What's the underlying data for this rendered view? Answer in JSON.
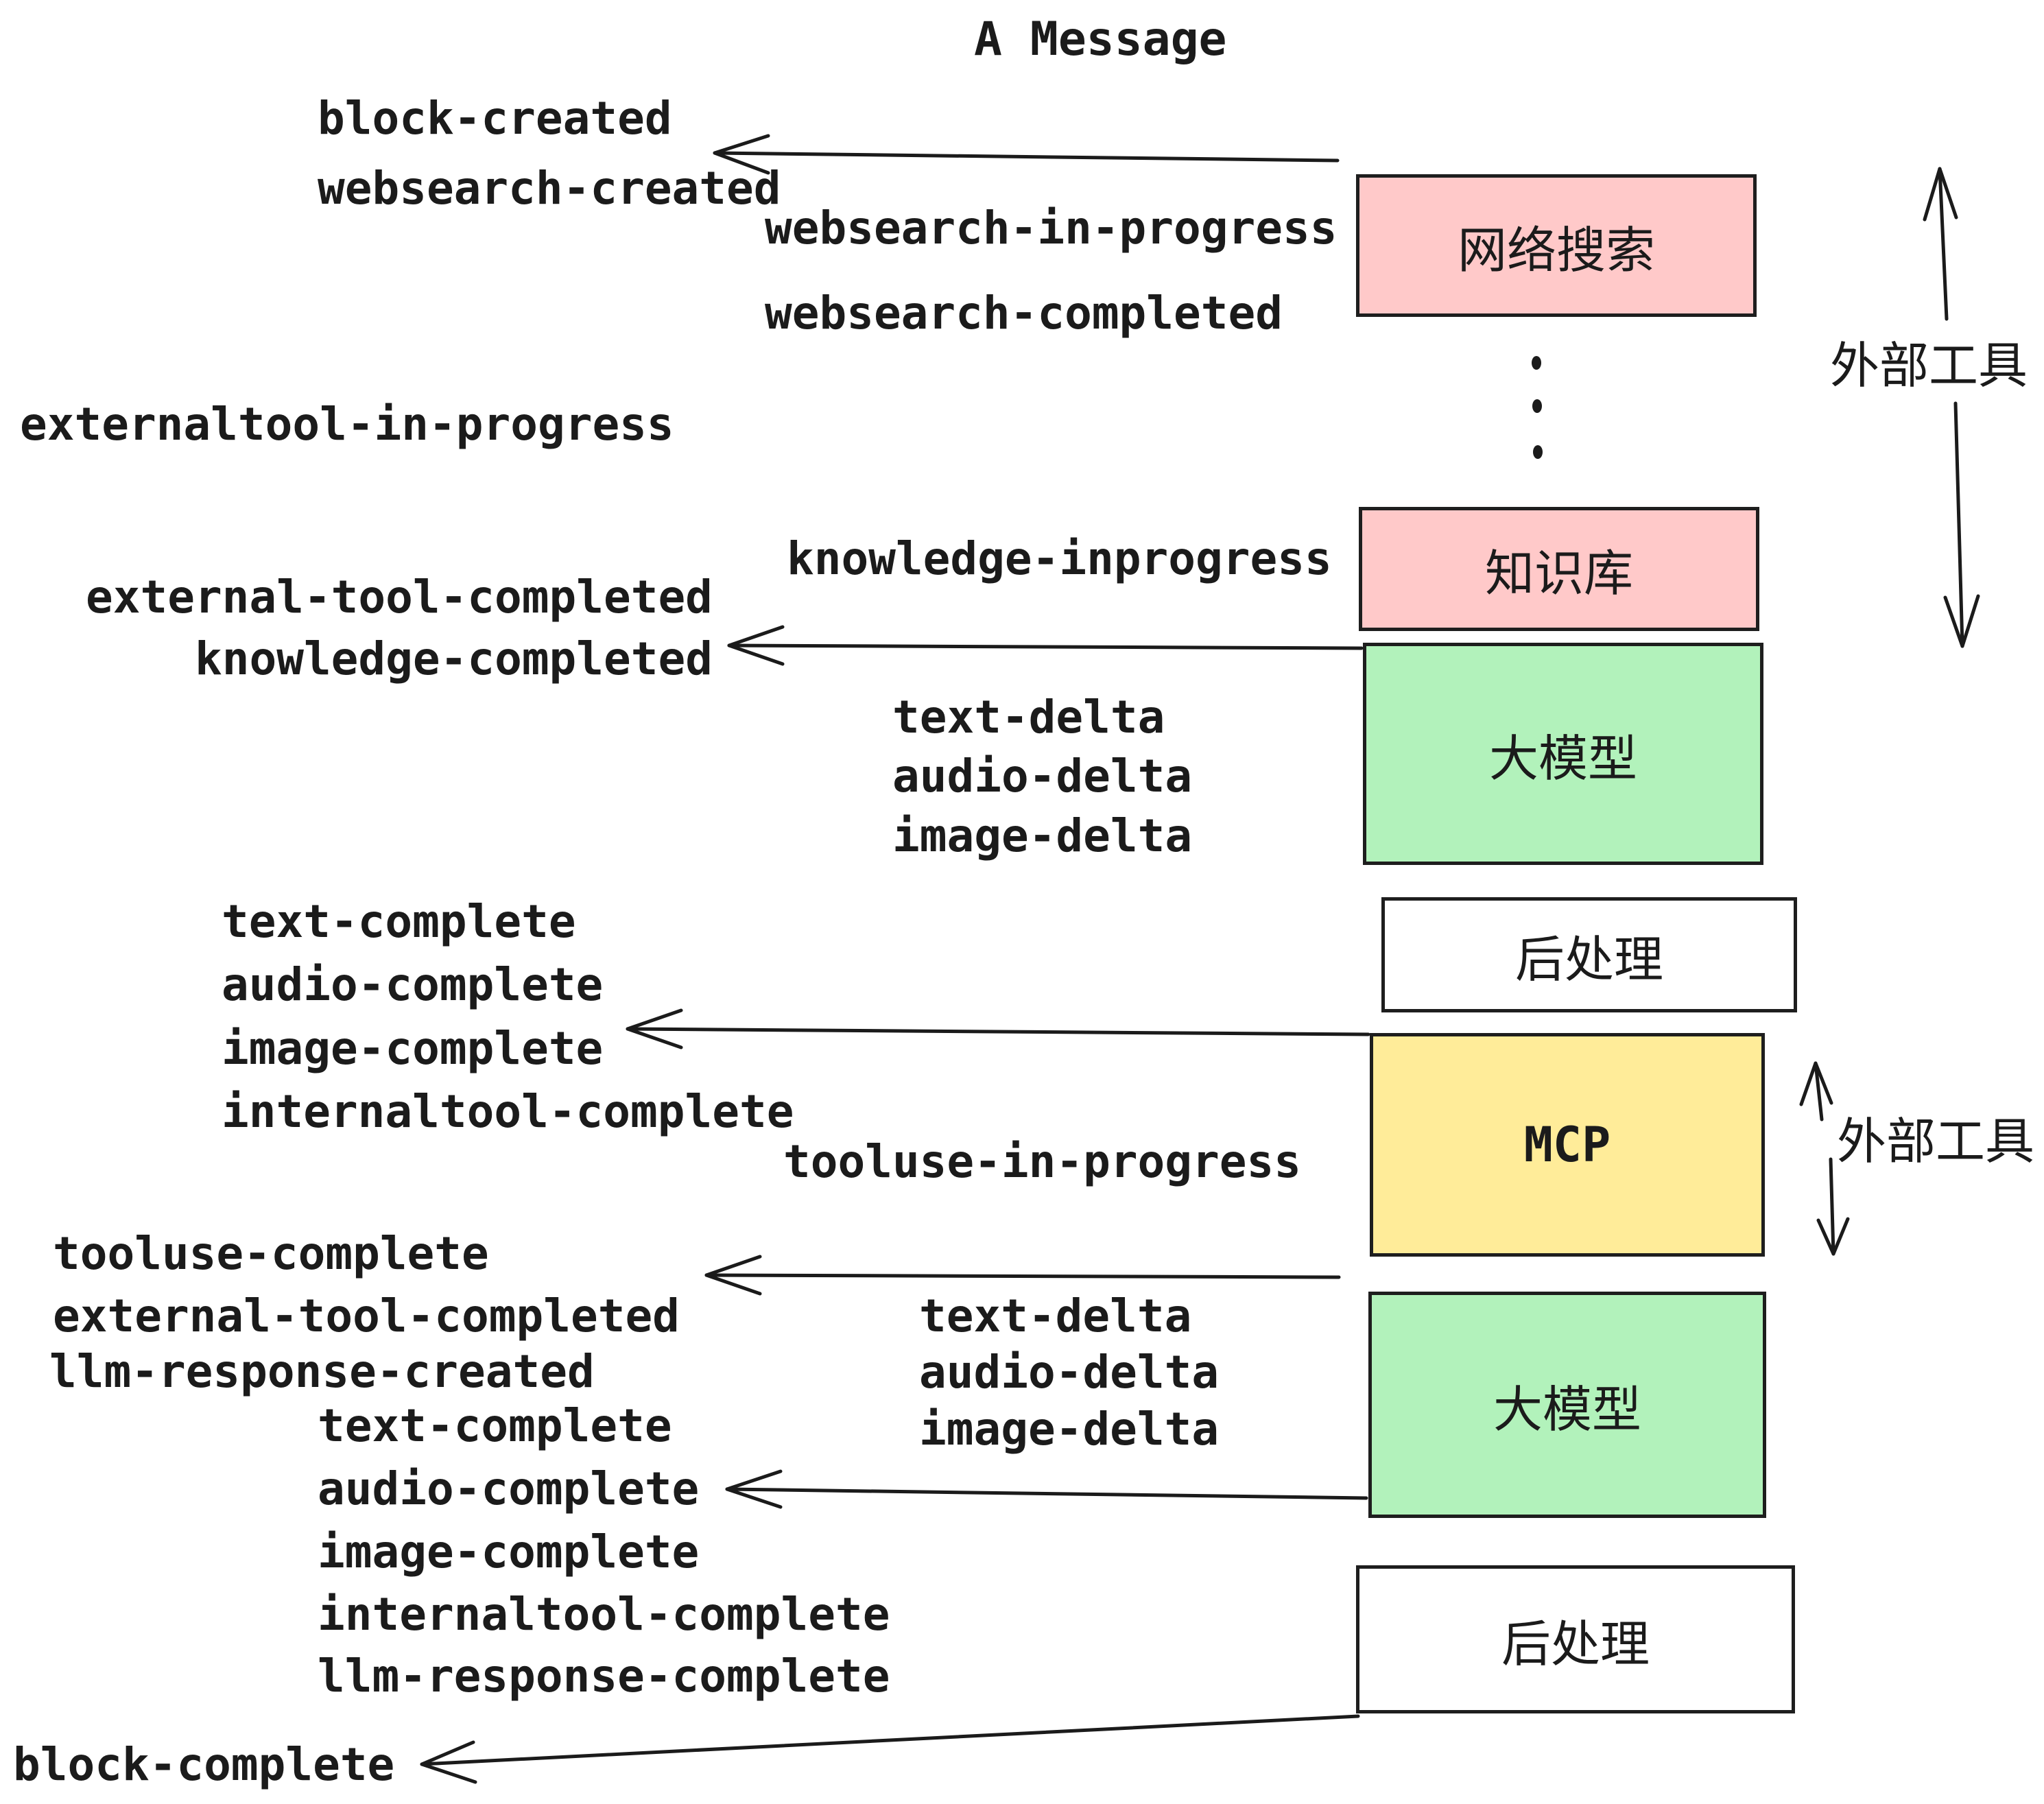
{
  "title": "A Message",
  "events": {
    "block_created": "block-created",
    "websearch_created": "websearch-created",
    "websearch_in_progress": "websearch-in-progress",
    "websearch_completed": "websearch-completed",
    "externaltool_in_progress": "externaltool-in-progress",
    "knowledge_inprogress": "knowledge-inprogress",
    "external_tool_completed_1": "external-tool-completed",
    "knowledge_completed": "knowledge-completed",
    "text_delta_1": "text-delta",
    "audio_delta_1": "audio-delta",
    "image_delta_1": "image-delta",
    "text_complete_1": "text-complete",
    "audio_complete_1": "audio-complete",
    "image_complete_1": "image-complete",
    "internaltool_complete_1": "internaltool-complete",
    "tooluse_in_progress": "tooluse-in-progress",
    "tooluse_complete": "tooluse-complete",
    "external_tool_completed_2": "external-tool-completed",
    "llm_response_created": "llm-response-created",
    "text_delta_2": "text-delta",
    "audio_delta_2": "audio-delta",
    "image_delta_2": "image-delta",
    "text_complete_2": "text-complete",
    "audio_complete_2": "audio-complete",
    "image_complete_2": "image-complete",
    "internaltool_complete_2": "internaltool-complete",
    "llm_response_complete": "llm-response-complete",
    "block_complete": "block-complete"
  },
  "boxes": {
    "websearch": {
      "label": "网络搜索",
      "fill": "#ffc9c9"
    },
    "knowledge": {
      "label": "知识库",
      "fill": "#ffc9c9"
    },
    "llm_top": {
      "label": "大模型",
      "fill": "#b2f2bb"
    },
    "postprocess_top": {
      "label": "后处理",
      "fill": "#ffffff"
    },
    "mcp": {
      "label": "MCP",
      "fill": "#ffec99"
    },
    "llm_bottom": {
      "label": "大模型",
      "fill": "#b2f2bb"
    },
    "postprocess_bottom": {
      "label": "后处理",
      "fill": "#ffffff"
    }
  },
  "annotations": {
    "external_tools_top": "外部工具",
    "external_tools_mcp": "外部工具"
  },
  "colors": {
    "ink": "#1b1b1b",
    "box_border": "#1e1e1e",
    "pink": "#ffc9c9",
    "green": "#b2f2bb",
    "yellow": "#ffec99",
    "white": "#ffffff"
  }
}
